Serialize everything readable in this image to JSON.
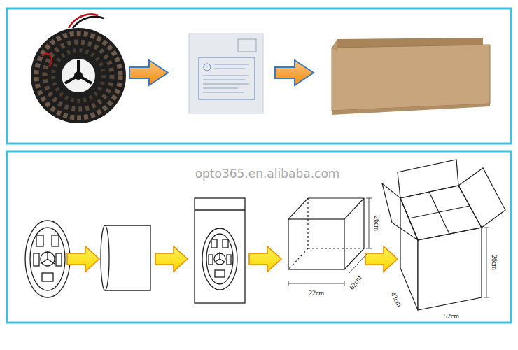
{
  "diagram": {
    "labels": [
      "opto365.en.alibaba.com",
      "26cm",
      "62cm",
      "22cm",
      "26cm",
      "43cm",
      "52cm"
    ]
  }
}
